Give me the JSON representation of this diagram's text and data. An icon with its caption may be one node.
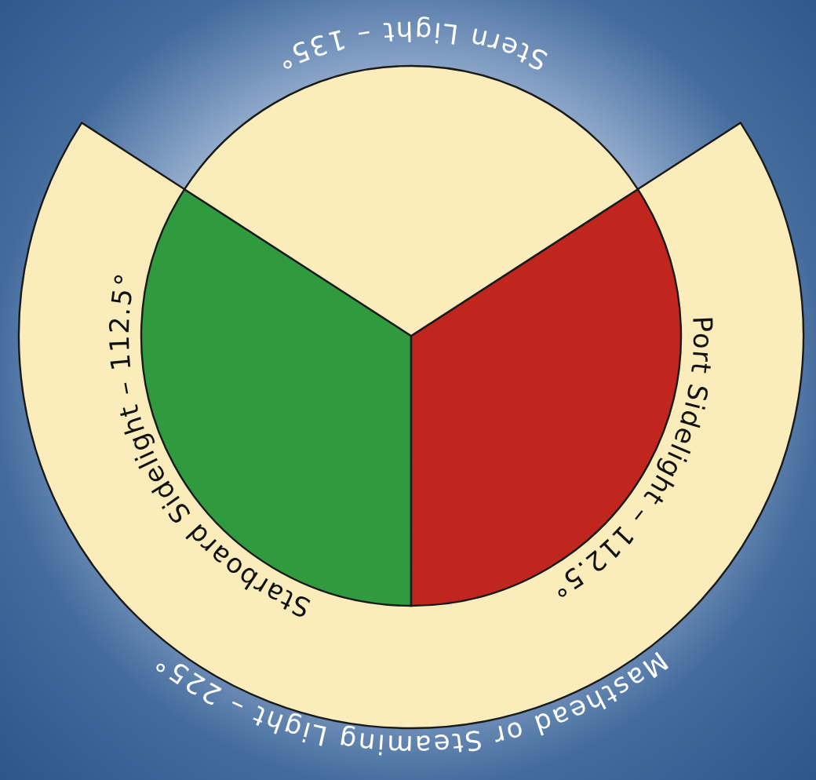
{
  "diagram": {
    "nodes": [
      {
        "text": [
          "Masthead or Steaming Light – 225°"
        ]
      },
      {
        "text": [
          "Stern Light – 135°"
        ]
      },
      {
        "text": [
          "Starboard Sidelight – 112.5°"
        ],
        "in": 0
      },
      {
        "text": [
          "Port Sidelight – 112.5°"
        ],
        "in": 0
      }
    ]
  }
}
